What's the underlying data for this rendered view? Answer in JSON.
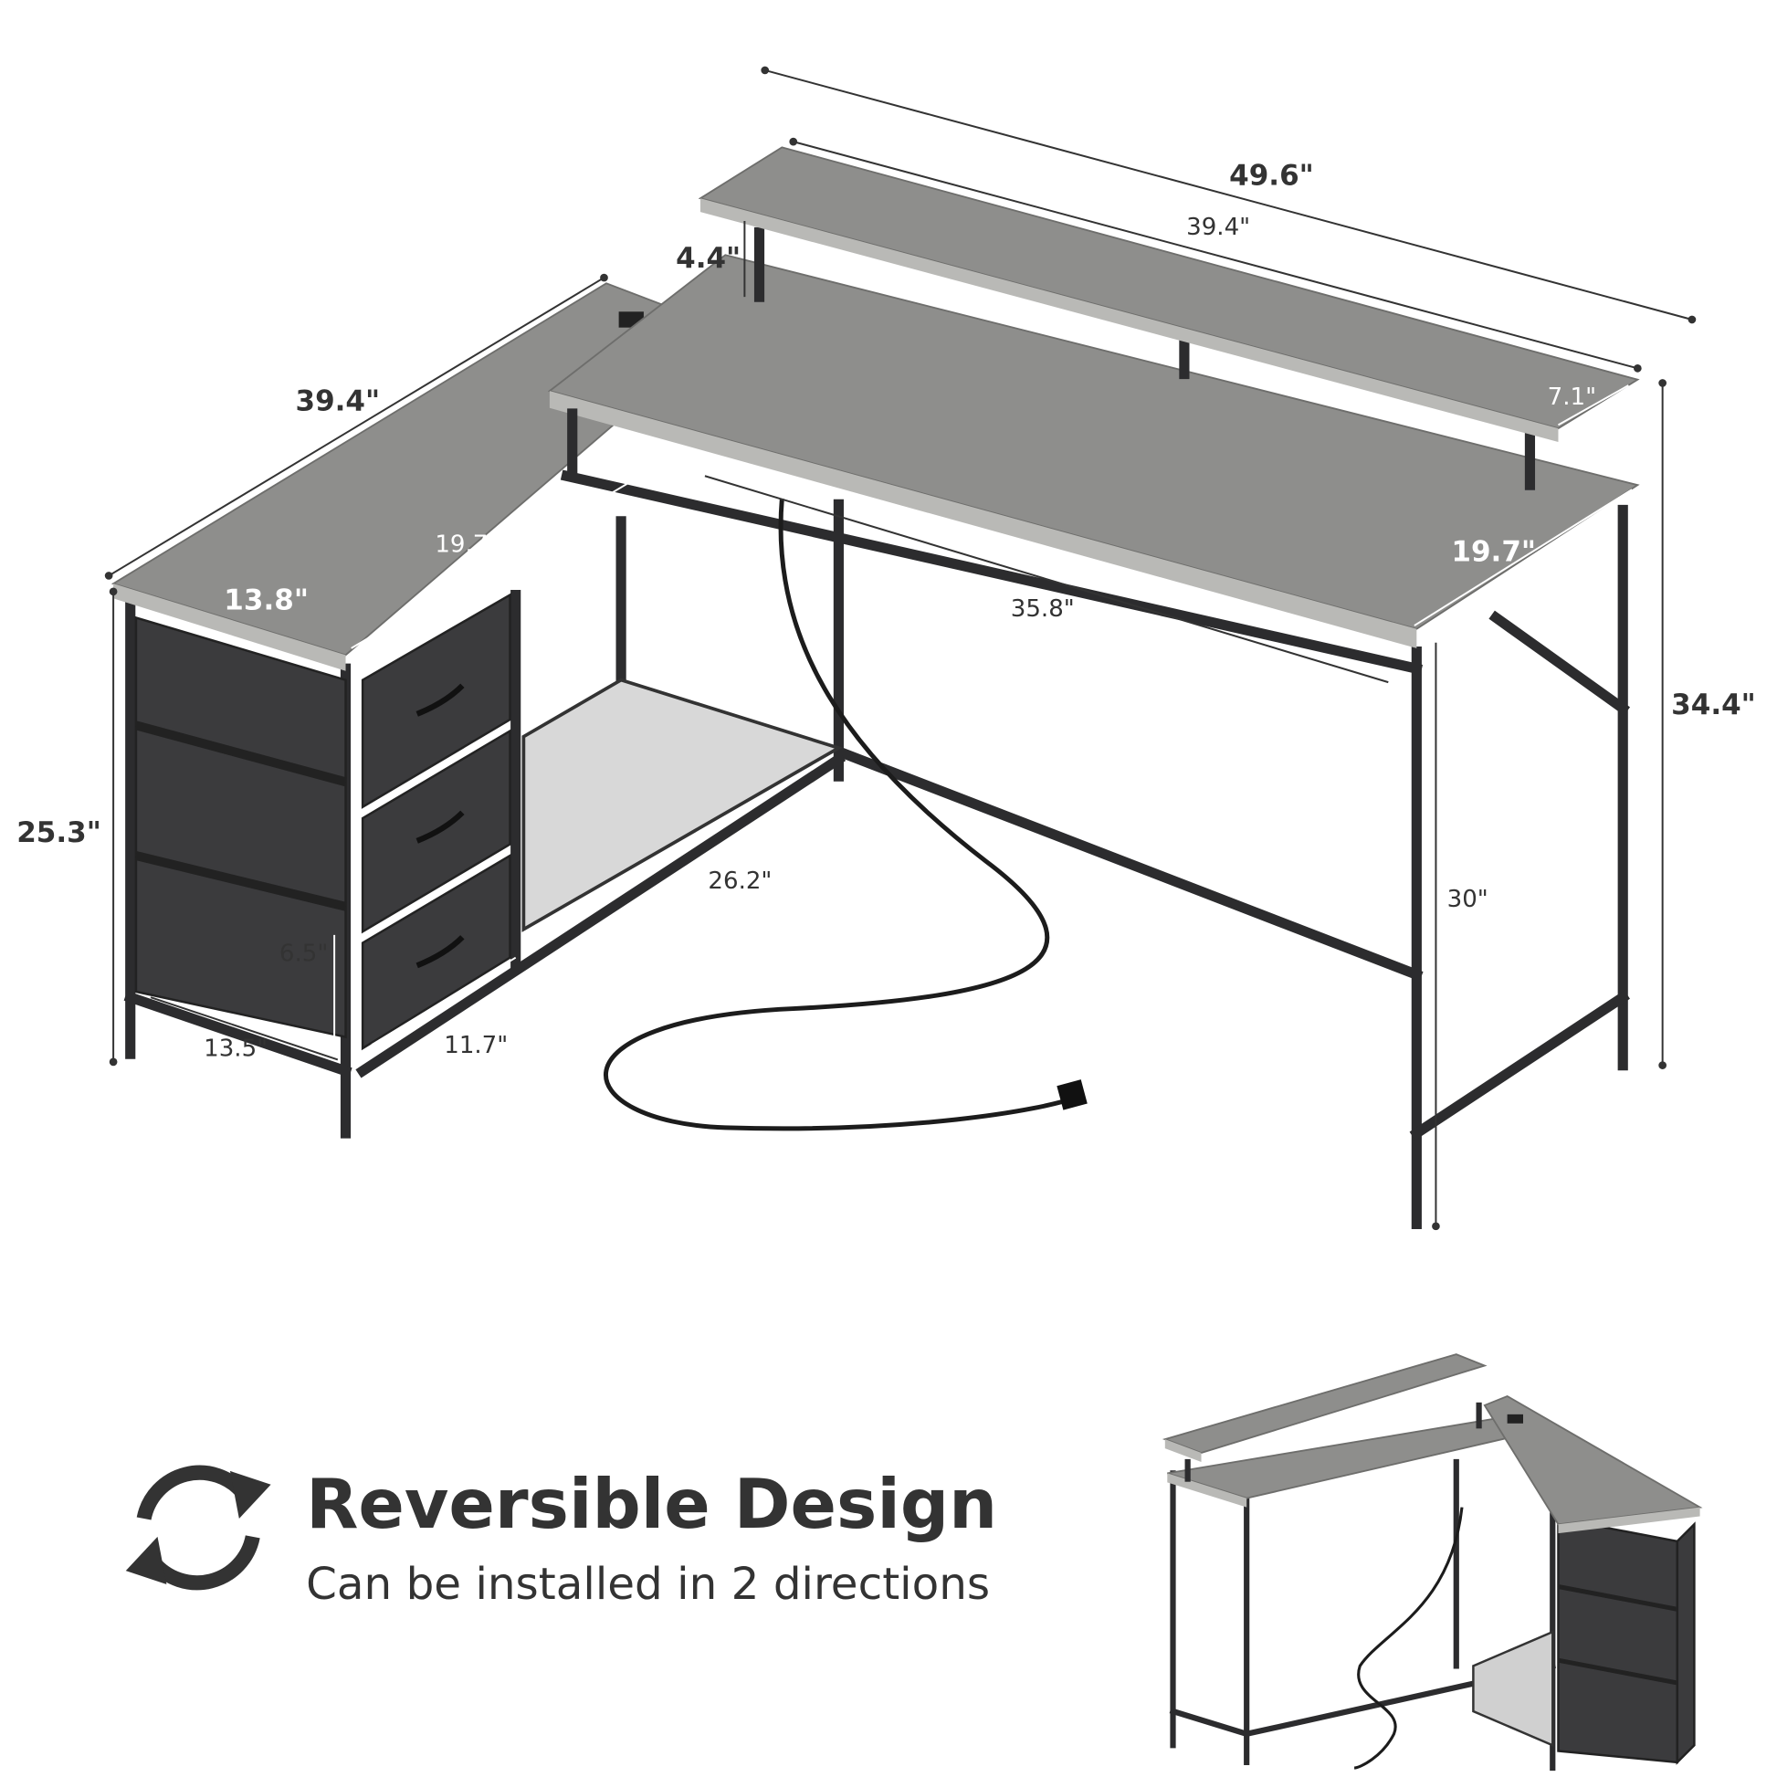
{
  "dimensions": {
    "overall_width": "49.6\"",
    "shelf_width": "39.4\"",
    "shelf_height": "4.4\"",
    "return_length": "39.4\"",
    "shelf_depth": "7.1\"",
    "return_inner_depth": "19.7\"",
    "return_top_depth": "13.8\"",
    "desk_depth": "19.7\"",
    "desk_inner_width": "35.8\"",
    "overall_height": "34.4\"",
    "cabinet_height": "25.3\"",
    "mesh_shelf_length": "26.2\"",
    "desk_height": "30\"",
    "drawer_height": "6.5\"",
    "drawer_depth": "13.5\"",
    "drawer_width": "11.7\""
  },
  "feature": {
    "title": "Reversible Design",
    "subtitle": "Can be installed in 2 directions",
    "icon": "reverse-arrows-icon"
  },
  "colors": {
    "wood": "#8e8e8c",
    "frame": "#2c2c2e",
    "fabric": "#3b3b3d",
    "text": "#333333"
  }
}
